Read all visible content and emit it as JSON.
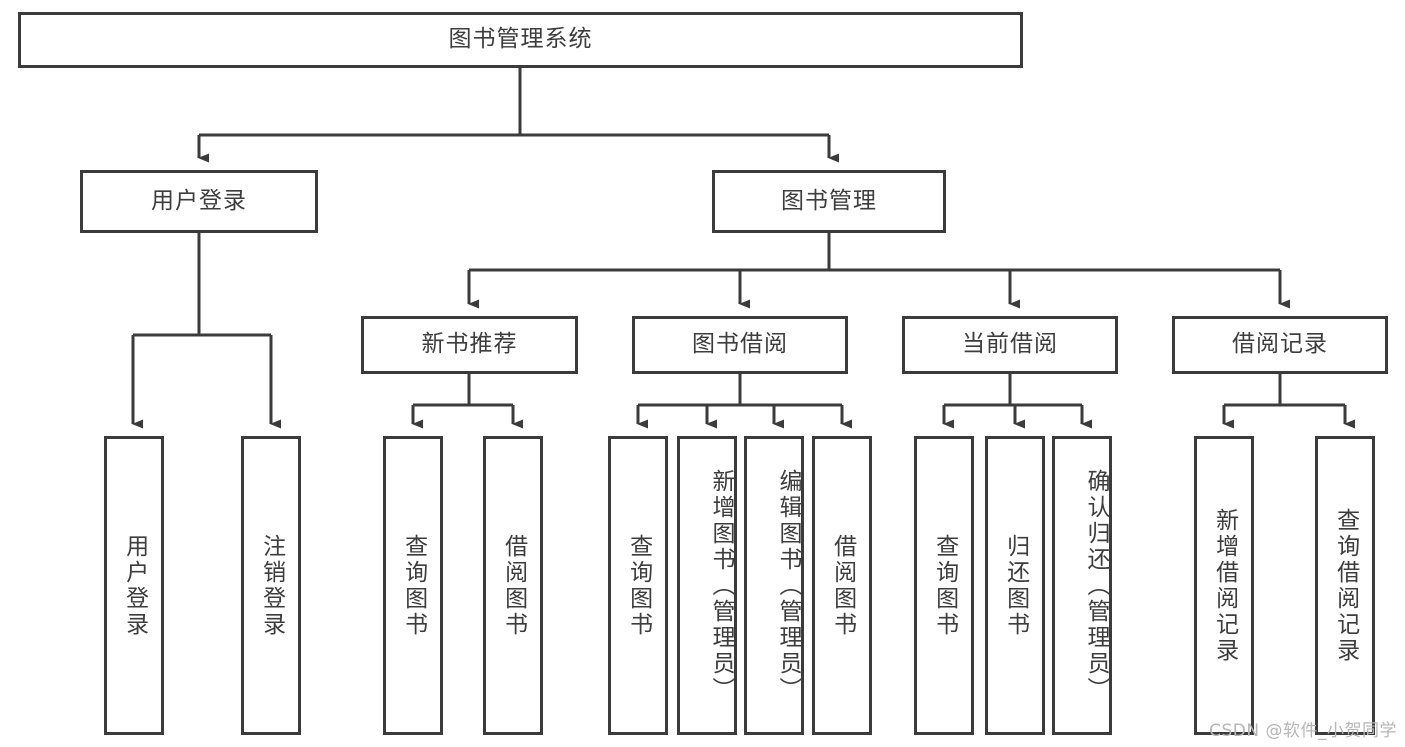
{
  "diagram": {
    "type": "tree",
    "title": "图书管理系统",
    "style": {
      "box_border_color": "#3b3b3b",
      "box_fill_color": "#ffffff",
      "text_color": "#3d3d3d",
      "edge_color": "#3b3b3b",
      "background_color": "#ffffff",
      "watermark_color": "#b6b6b6"
    },
    "root": {
      "label": "图书管理系统"
    },
    "level1": [
      {
        "label": "用户登录"
      },
      {
        "label": "图书管理"
      }
    ],
    "level2": [
      {
        "label": "新书推荐"
      },
      {
        "label": "图书借阅"
      },
      {
        "label": "当前借阅"
      },
      {
        "label": "借阅记录"
      }
    ],
    "leaves": {
      "user_login": [
        {
          "label": "用户登录"
        },
        {
          "label": "注销登录"
        }
      ],
      "new_book_recommend": [
        {
          "label": "查询图书"
        },
        {
          "label": "借阅图书"
        }
      ],
      "book_borrow": [
        {
          "label": "查询图书"
        },
        {
          "label": "新增图书（管理员）"
        },
        {
          "label": "编辑图书（管理员）"
        },
        {
          "label": "借阅图书"
        }
      ],
      "current_borrow": [
        {
          "label": "查询图书"
        },
        {
          "label": "归还图书"
        },
        {
          "label": "确认归还（管理员）"
        }
      ],
      "borrow_record": [
        {
          "label": "新增借阅记录"
        },
        {
          "label": "查询借阅记录"
        }
      ]
    }
  },
  "watermark": {
    "text": "CSDN @软件_小贺同学"
  }
}
